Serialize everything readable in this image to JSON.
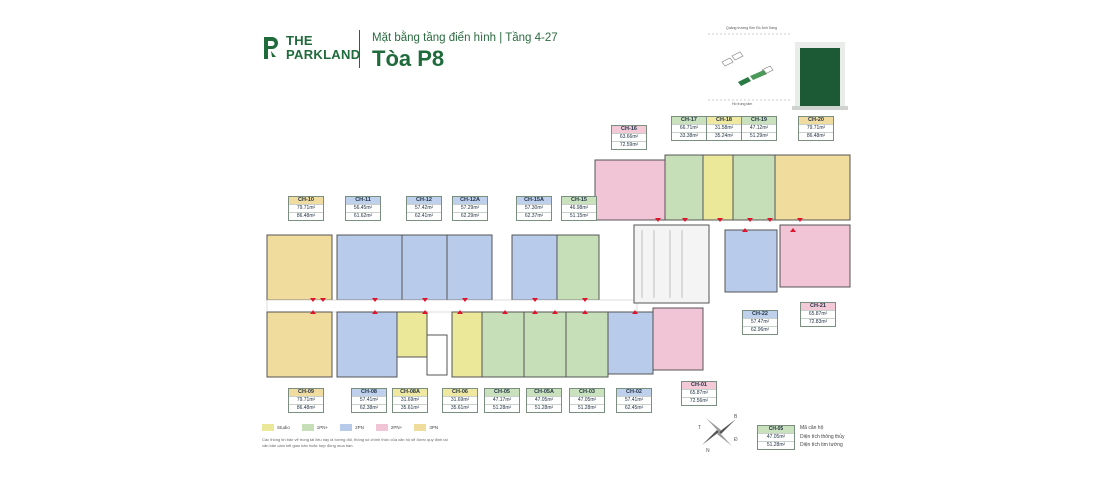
{
  "brand": {
    "line1": "THE",
    "line2": "PARKLAND"
  },
  "header": {
    "subtitle": "Mặt bằng tầng điển hình | Tầng 4-27",
    "title": "Tòa P8"
  },
  "location_map": {
    "top_caption": "Quảng trường Kim Đô Ánh Sáng",
    "bottom_caption": "Hồ trung tâm"
  },
  "units_top": [
    {
      "code": "CH-16",
      "area1": "63.66m²",
      "area2": "72.59m²",
      "color": "pink"
    },
    {
      "code": "CH-17",
      "area1": "66.71m²",
      "area2": "33.38m²",
      "color": "green"
    },
    {
      "code": "CH-18",
      "area1": "31.58m²",
      "area2": "35.24m²",
      "color": "yellow"
    },
    {
      "code": "CH-19",
      "area1": "47.12m²",
      "area2": "51.29m²",
      "color": "green"
    },
    {
      "code": "CH-20",
      "area1": "79.71m²",
      "area2": "86.48m²",
      "color": "sand"
    },
    {
      "code": "CH-10",
      "area1": "79.71m²",
      "area2": "86.48m²",
      "color": "sand"
    },
    {
      "code": "CH-11",
      "area1": "56.45m²",
      "area2": "61.62m²",
      "color": "blue"
    },
    {
      "code": "CH-12",
      "area1": "57.42m²",
      "area2": "62.41m²",
      "color": "blue"
    },
    {
      "code": "CH-12A",
      "area1": "57.29m²",
      "area2": "62.29m²",
      "color": "blue"
    },
    {
      "code": "CH-15A",
      "area1": "57.30m²",
      "area2": "62.37m²",
      "color": "blue"
    },
    {
      "code": "CH-15",
      "area1": "46.98m²",
      "area2": "51.15m²",
      "color": "green"
    }
  ],
  "units_right": [
    {
      "code": "CH-22",
      "area1": "57.47m²",
      "area2": "62.96m²",
      "color": "blue"
    },
    {
      "code": "CH-21",
      "area1": "65.87m²",
      "area2": "72.83m²",
      "color": "pink"
    }
  ],
  "units_bottom": [
    {
      "code": "CH-09",
      "area1": "79.71m²",
      "area2": "86.48m²",
      "color": "sand"
    },
    {
      "code": "CH-08",
      "area1": "57.41m²",
      "area2": "62.38m²",
      "color": "blue"
    },
    {
      "code": "CH-08A",
      "area1": "31.69m²",
      "area2": "35.61m²",
      "color": "yellow"
    },
    {
      "code": "CH-06",
      "area1": "31.69m²",
      "area2": "35.61m²",
      "color": "yellow"
    },
    {
      "code": "CH-05",
      "area1": "47.17m²",
      "area2": "51.28m²",
      "color": "green"
    },
    {
      "code": "CH-05A",
      "area1": "47.05m²",
      "area2": "51.28m²",
      "color": "green"
    },
    {
      "code": "CH-03",
      "area1": "47.05m²",
      "area2": "51.28m²",
      "color": "green"
    },
    {
      "code": "CH-02",
      "area1": "57.41m²",
      "area2": "62.45m²",
      "color": "blue"
    },
    {
      "code": "CH-01",
      "area1": "65.87m²",
      "area2": "72.56m²",
      "color": "pink"
    }
  ],
  "legend": [
    {
      "label": "Studio",
      "color": "#ece89a"
    },
    {
      "label": "1PN+",
      "color": "#c6dfb8"
    },
    {
      "label": "2PN",
      "color": "#b9cbeb"
    },
    {
      "label": "2PN+",
      "color": "#f1c4d6"
    },
    {
      "label": "3PN",
      "color": "#f0dc9c"
    }
  ],
  "note": "Các thông tin bản vẽ trong tài liệu này là tương đối, thông số chính thức của căn hộ sẽ được quy định tại văn bản cam kết giao bán hoặc hợp đồng mua bán.",
  "key": {
    "code": "CH-05",
    "area1": "47.05m²",
    "area2": "51.28m²",
    "desc1": "Mã căn hộ",
    "desc2": "Diện tích thông thủy",
    "desc3": "Diện tích tim tường"
  },
  "compass": {
    "b": "B",
    "d": "Đ",
    "n": "N",
    "t": "T"
  },
  "colors": {
    "green": "#c6dfb8",
    "yellow": "#ece89a",
    "blue": "#b9cbeb",
    "pink": "#f1c4d6",
    "sand": "#f0dc9c",
    "brand": "#1f6b3b",
    "arrow": "#e0152d"
  }
}
